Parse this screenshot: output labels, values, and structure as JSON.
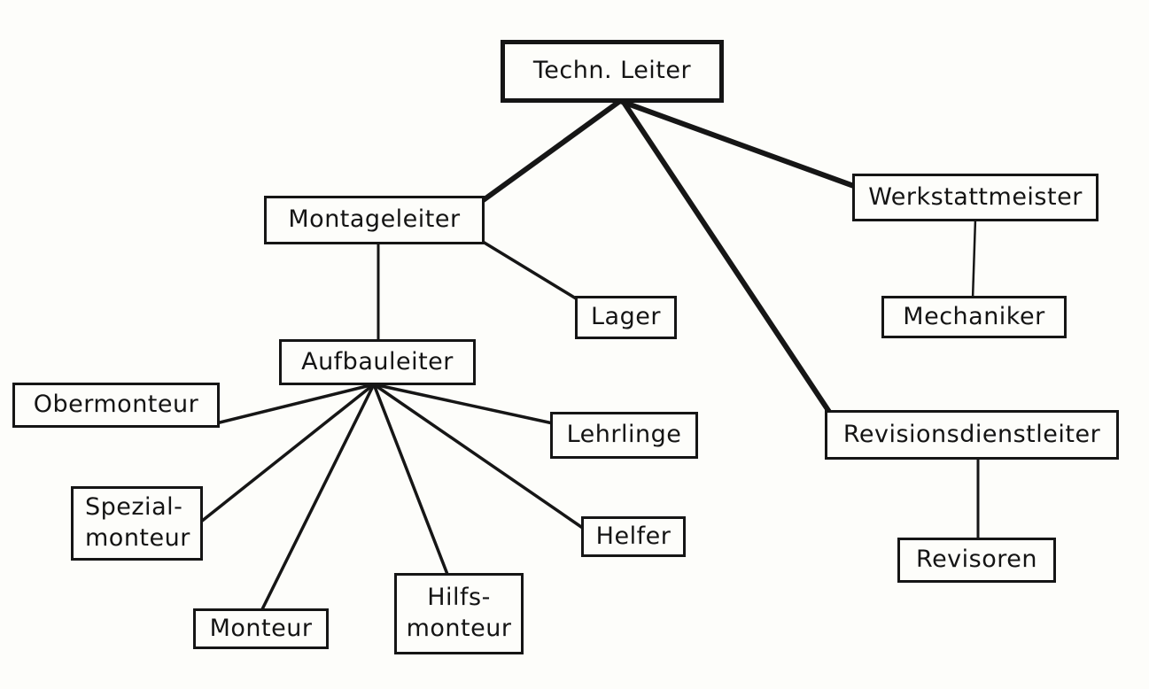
{
  "diagram": {
    "type": "org-chart",
    "background_color": "#fdfdfa",
    "line_color": "#161616",
    "nodes": {
      "techn_leiter": {
        "label": "Techn. Leiter"
      },
      "montageleiter": {
        "label": "Montageleiter"
      },
      "werkstattmeister": {
        "label": "Werkstattmeister"
      },
      "lager": {
        "label": "Lager"
      },
      "mechaniker": {
        "label": "Mechaniker"
      },
      "aufbauleiter": {
        "label": "Aufbauleiter"
      },
      "obermonteur": {
        "label": "Obermonteur"
      },
      "spezialmonteur": {
        "lines": [
          "Spezial-",
          "monteur"
        ]
      },
      "monteur": {
        "label": "Monteur"
      },
      "hilfsmonteur": {
        "lines": [
          "Hilfs-",
          "monteur"
        ]
      },
      "helfer": {
        "label": "Helfer"
      },
      "lehrlinge": {
        "label": "Lehrlinge"
      },
      "revisionsdienstleiter": {
        "label": "Revisionsdienstleiter"
      },
      "revisoren": {
        "label": "Revisoren"
      }
    },
    "edges": [
      {
        "from": "Techn. Leiter",
        "to": "Montageleiter",
        "style": "thick"
      },
      {
        "from": "Techn. Leiter",
        "to": "Werkstattmeister",
        "style": "thick"
      },
      {
        "from": "Techn. Leiter",
        "to": "Revisionsdienstleiter",
        "style": "thick"
      },
      {
        "from": "Montageleiter",
        "to": "Aufbauleiter",
        "style": "thin"
      },
      {
        "from": "Montageleiter",
        "to": "Lager",
        "style": "thin"
      },
      {
        "from": "Werkstattmeister",
        "to": "Mechaniker",
        "style": "thin"
      },
      {
        "from": "Revisionsdienstleiter",
        "to": "Revisoren",
        "style": "thin"
      },
      {
        "from": "Aufbauleiter",
        "to": "Obermonteur",
        "style": "thin"
      },
      {
        "from": "Aufbauleiter",
        "to": "Spezial-monteur",
        "style": "thin"
      },
      {
        "from": "Aufbauleiter",
        "to": "Monteur",
        "style": "thin"
      },
      {
        "from": "Aufbauleiter",
        "to": "Hilfs-monteur",
        "style": "thin"
      },
      {
        "from": "Aufbauleiter",
        "to": "Helfer",
        "style": "thin"
      },
      {
        "from": "Aufbauleiter",
        "to": "Lehrlinge",
        "style": "thin"
      }
    ]
  }
}
